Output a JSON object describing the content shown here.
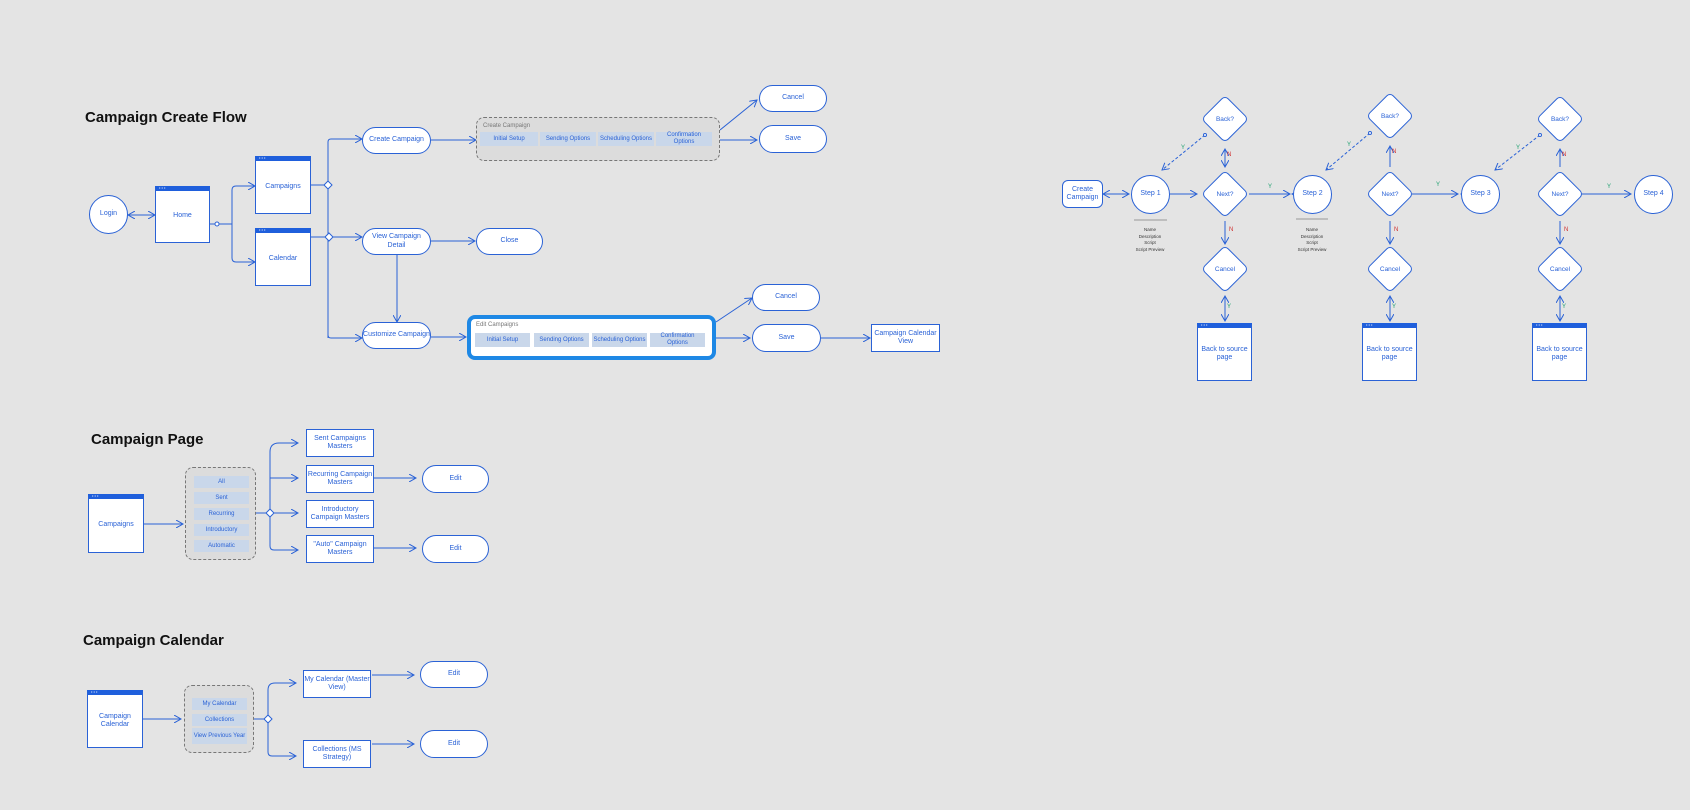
{
  "titles": {
    "create_flow": "Campaign Create Flow",
    "page": "Campaign Page",
    "calendar": "Campaign Calendar"
  },
  "colors": {
    "accent": "#2a62d6",
    "highlight": "#1e88e5",
    "yes": "#20a070",
    "no": "#d03030",
    "chip": "#c9d7ea"
  },
  "create_flow": {
    "login": "Login",
    "home": "Home",
    "campaigns": "Campaigns",
    "calendar": "Calendar",
    "create_campaign": "Create Campaign",
    "view_campaign_detail": "View Campaign Detail",
    "customize_campaign": "Customize Campaign",
    "create_group_title": "Create Campaign",
    "create_group_items": [
      "Initial Setup",
      "Sending Options",
      "Scheduling Options",
      "Confirmation Options"
    ],
    "edit_group_title": "Edit Campaigns",
    "edit_group_items": [
      "Initial Setup",
      "Sending Options",
      "Scheduling Options",
      "Confirmation Options"
    ],
    "cancel_top": "Cancel",
    "save_top": "Save",
    "close": "Close",
    "cancel_edit": "Cancel",
    "save_edit": "Save",
    "calendar_view": "Campaign Calendar View"
  },
  "page": {
    "campaigns": "Campaigns",
    "filters": [
      "All",
      "Sent",
      "Recurring",
      "Introductory",
      "Automatic"
    ],
    "targets": [
      "Sent Campaigns Masters",
      "Recurring Campaign Masters",
      "Introductory Campaign Masters",
      "\"Auto\" Campaign Masters"
    ],
    "edit_1": "Edit",
    "edit_2": "Edit"
  },
  "calendar": {
    "source": "Campaign Calendar",
    "filters": [
      "My Calendar",
      "Collections",
      "View Previous Year"
    ],
    "targets": [
      "My Calendar (Master View)",
      "Collections (MS Strategy)"
    ],
    "edit_1": "Edit",
    "edit_2": "Edit"
  },
  "wizard": {
    "start": "Create Campaign",
    "steps": [
      "Step 1",
      "Step 2",
      "Step 3",
      "Step 4"
    ],
    "back": "Back?",
    "next": "Next?",
    "cancel": "Cancel",
    "back_to_source": "Back to source page",
    "yes": "Y",
    "no": "N",
    "step_notes": [
      "Name",
      "Description",
      "Script",
      "Script Preview"
    ]
  }
}
